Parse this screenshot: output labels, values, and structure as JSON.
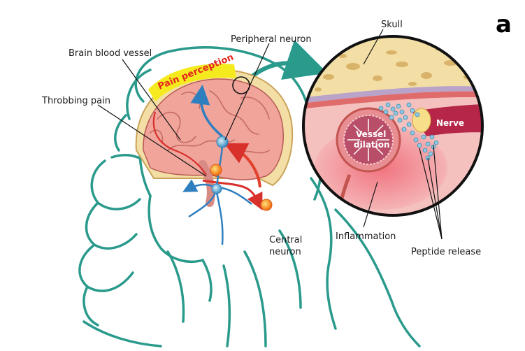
{
  "panel_letter": "a",
  "labels": {
    "skull": "Skull",
    "peripheral_neuron": "Peripheral neuron",
    "brain_blood_vessel": "Brain blood vessel",
    "throbbing_pain": "Throbbing pain",
    "pain_perception": "Pain perception",
    "central_neuron_line1": "Central",
    "central_neuron_line2": "neuron",
    "inflammation": "Inflammation",
    "peptide_release": "Peptide release",
    "vessel_dilation_line1": "Vessel",
    "vessel_dilation_line2": "dilation",
    "nerve": "Nerve"
  },
  "colors": {
    "outline": "#2a9a8c",
    "brain": "#f0a49a",
    "skull": "#f3dfa6",
    "pain_highlight": "#f5ea1e",
    "artery": "#d8302a",
    "vein": "#2f7fbf",
    "peptide": "#8fc5de",
    "neuron_core": "#f5901e"
  }
}
